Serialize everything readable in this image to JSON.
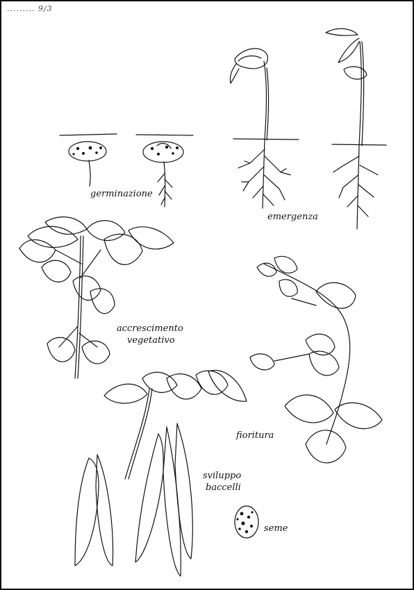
{
  "corner_note": "......... 9/3",
  "stages": {
    "germination": "germinazione",
    "emergence": "emergenza",
    "vegetative_line1": "accrescimento",
    "vegetative_line2": "vegetativo",
    "flowering": "fioritura",
    "pods_line1": "sviluppo",
    "pods_line2": "baccelli",
    "seed": "seme"
  },
  "colors": {
    "ink": "#111111",
    "paper": "#ffffff"
  }
}
